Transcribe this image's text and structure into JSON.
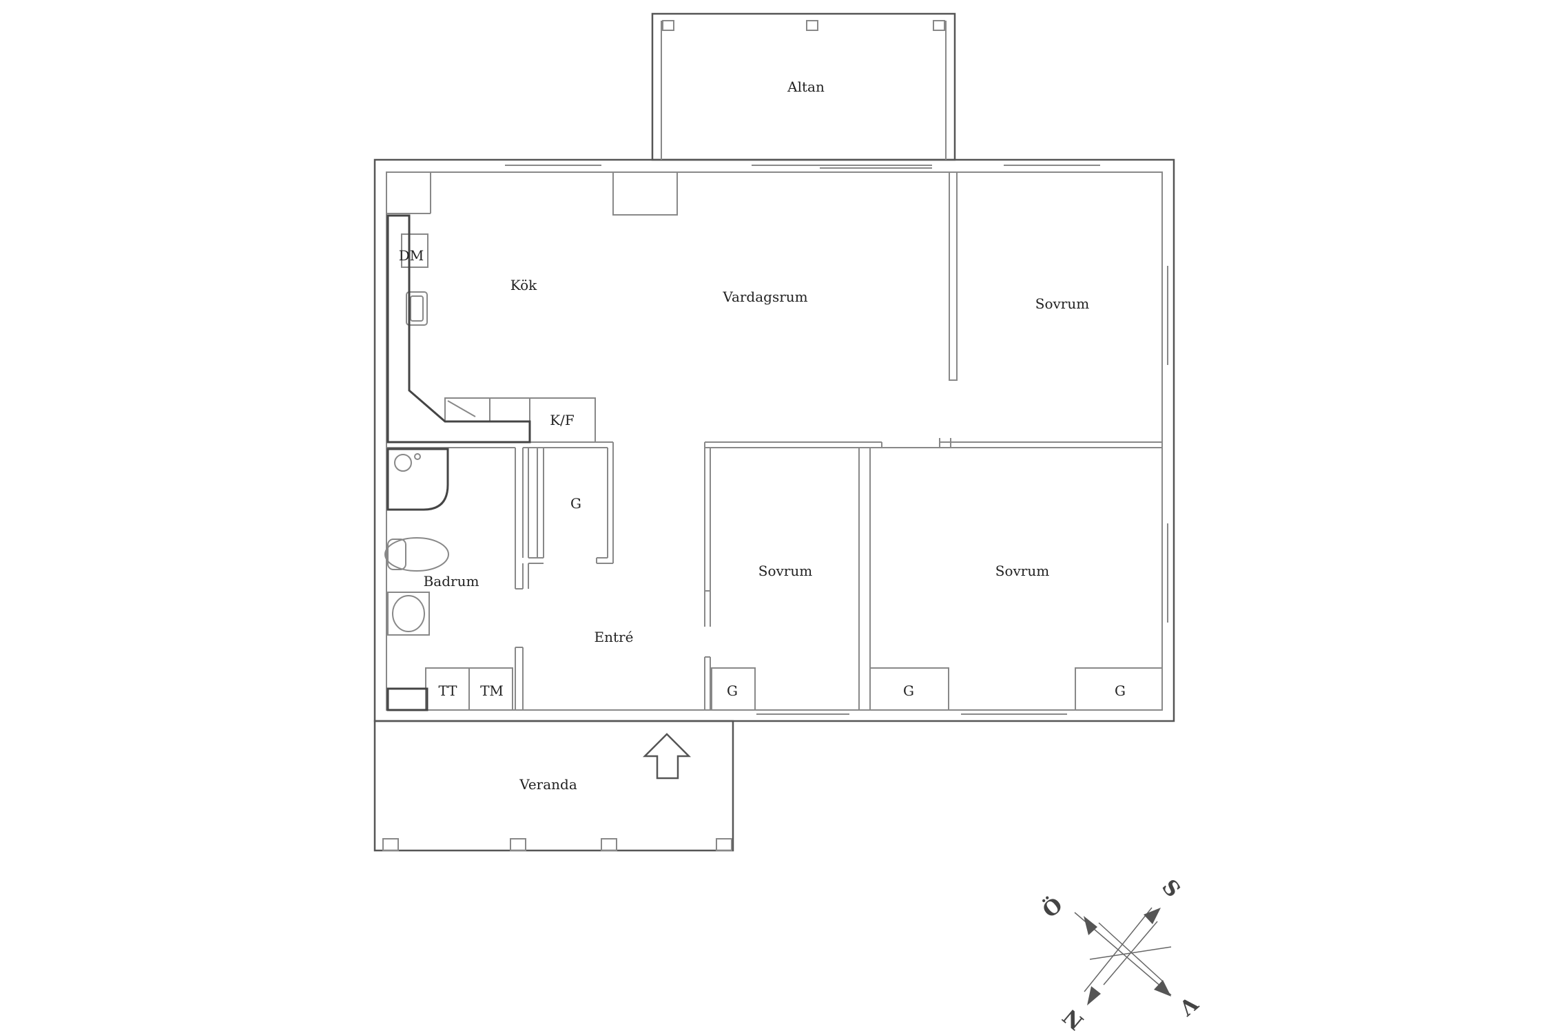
{
  "rooms": {
    "altan": "Altan",
    "kok": "Kök",
    "vardagsrum": "Vardagsrum",
    "sovrum_ne": "Sovrum",
    "sovrum_mid": "Sovrum",
    "sovrum_se": "Sovrum",
    "badrum": "Badrum",
    "entre": "Entré",
    "veranda": "Veranda"
  },
  "fixtures": {
    "dm": "DM",
    "kf": "K/F",
    "g_hall": "G",
    "g_mid": "G",
    "g_se_left": "G",
    "g_se_right": "G",
    "tt": "TT",
    "tm": "TM"
  },
  "compass": {
    "n": "N",
    "s": "S",
    "o": "Ö",
    "v": "V"
  },
  "colors": {
    "wall": "#555555",
    "thin_line": "#888888",
    "counter": "#444444",
    "arrow_fill": "#555555"
  }
}
